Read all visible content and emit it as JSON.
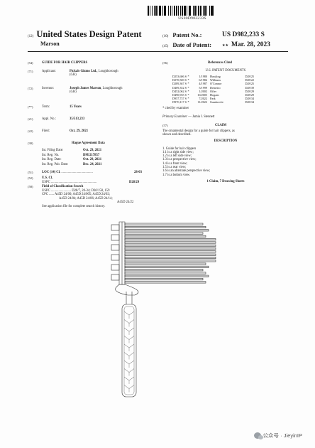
{
  "barcode": {
    "number": "US00D982233S"
  },
  "header": {
    "left_num": "(12)",
    "title": "United States Design Patent",
    "inventor_short": "Marson",
    "patent_no": {
      "code": "(10)",
      "label": "Patent No.:",
      "value": "US D982,233 S"
    },
    "date": {
      "code": "(45)",
      "label": "Date of Patent:",
      "value": "Mar. 28, 2023",
      "mark": "★★"
    }
  },
  "left": {
    "title": {
      "code": "(54)",
      "text": "GUIDE FOR HAIR CLIPPERS"
    },
    "applicant": {
      "code": "(71)",
      "label": "Applicant:",
      "name": "Pickals Gizmo Ltd.",
      "loc1": ", Loughborough",
      "loc2": "(GB)"
    },
    "inventor": {
      "code": "(72)",
      "label": "Inventor:",
      "name": "Joseph James Marson",
      "loc1": ", Loughborough",
      "loc2": "(GB)"
    },
    "term": {
      "code": "(**)",
      "label": "Term:",
      "value": "15 Years"
    },
    "appl_no": {
      "code": "(21)",
      "label": "Appl. No.:",
      "value": "35/513,233"
    },
    "filed": {
      "code": "(22)",
      "label": "Filed:",
      "value": "Oct. 29, 2021"
    },
    "hague": {
      "code": "(30)",
      "title": "Hague Agreement Data",
      "rows": [
        {
          "label": "Int. Filing Date:",
          "value": "Oct. 29, 2021"
        },
        {
          "label": "Int. Reg. No.",
          "value": "DM/217857"
        },
        {
          "label": "Int. Reg. Date:",
          "value": "Oct. 29, 2021"
        },
        {
          "label": "Int. Reg. Pub. Date:",
          "value": "Dec. 24, 2021"
        }
      ]
    },
    "loc": {
      "code": "(51)",
      "label": "LOC (14) Cl.",
      "dots": " ......................................",
      "value": "28-03"
    },
    "us_cl": {
      "code": "(52)",
      "label": "U.S. Cl.",
      "sub": "USPC",
      "dots": " .......................................................",
      "value": "D28/29"
    },
    "field": {
      "code": "(58)",
      "title": "Field of Classification Search",
      "l1": "USPC ........................ D28/7, 20-34; D30/158, 159",
      "l2": "CPC ...... A45D 24/00; A45D 24/005; A45D 24/02;",
      "l3": "A45D 24/04; A45D 24/06; A45D 24/14;",
      "l4": "A45D 24/22",
      "note": "See application file for complete search history."
    }
  },
  "right": {
    "refs": {
      "code": "(56)",
      "title": "References Cited",
      "subtitle": "U.S. PATENT DOCUMENTS",
      "rows": [
        [
          "D253,606 S",
          "*",
          "1/1980",
          "Hassling",
          "D28/25"
        ],
        [
          "D270,569 S",
          "*",
          "6/1984",
          "Williams",
          "D28/22"
        ],
        [
          "D289,367 S",
          "*",
          "4/1987",
          "O'Connor",
          "D28/25"
        ],
        [
          "D409,352 S",
          "*",
          "5/1999",
          "Demetro",
          "D28/39"
        ],
        [
          "D452,062 S",
          "*",
          "1/2002",
          "Offer",
          "D28/29"
        ],
        [
          "D490,935 S",
          "*",
          "10/2005",
          "Hogans",
          "D28/29"
        ],
        [
          "D957,737 S",
          "*",
          "7/2022",
          "Park",
          "D28/34"
        ],
        [
          "D970,117 S",
          "*",
          "11/2022",
          "Gambrecht",
          "D28/34"
        ]
      ],
      "footnote": "* cited by examiner"
    },
    "examiner": {
      "label": "Primary Examiner",
      "name": "— Jamia I. Stennett"
    },
    "claim": {
      "code": "(57)",
      "title": "CLAIM",
      "text1": "The ornamental design for a guide for hair clippers, as",
      "text2": "shown and described."
    },
    "description": {
      "title": "DESCRIPTION",
      "lines": [
        "1. Guide for hair clippers",
        "1.1 is a right side view;",
        "1.2 is a left side view;",
        "1.3 is a perspective view;",
        "1.4 is a front view;",
        "1.5 is a rear view;",
        "1.6 is an alternate perspective view;",
        "1.7 is a bottom view."
      ]
    },
    "sheets": "1 Claim, 7 Drawing Sheets"
  },
  "watermark": {
    "text": "公众号 · JieyinIP"
  }
}
